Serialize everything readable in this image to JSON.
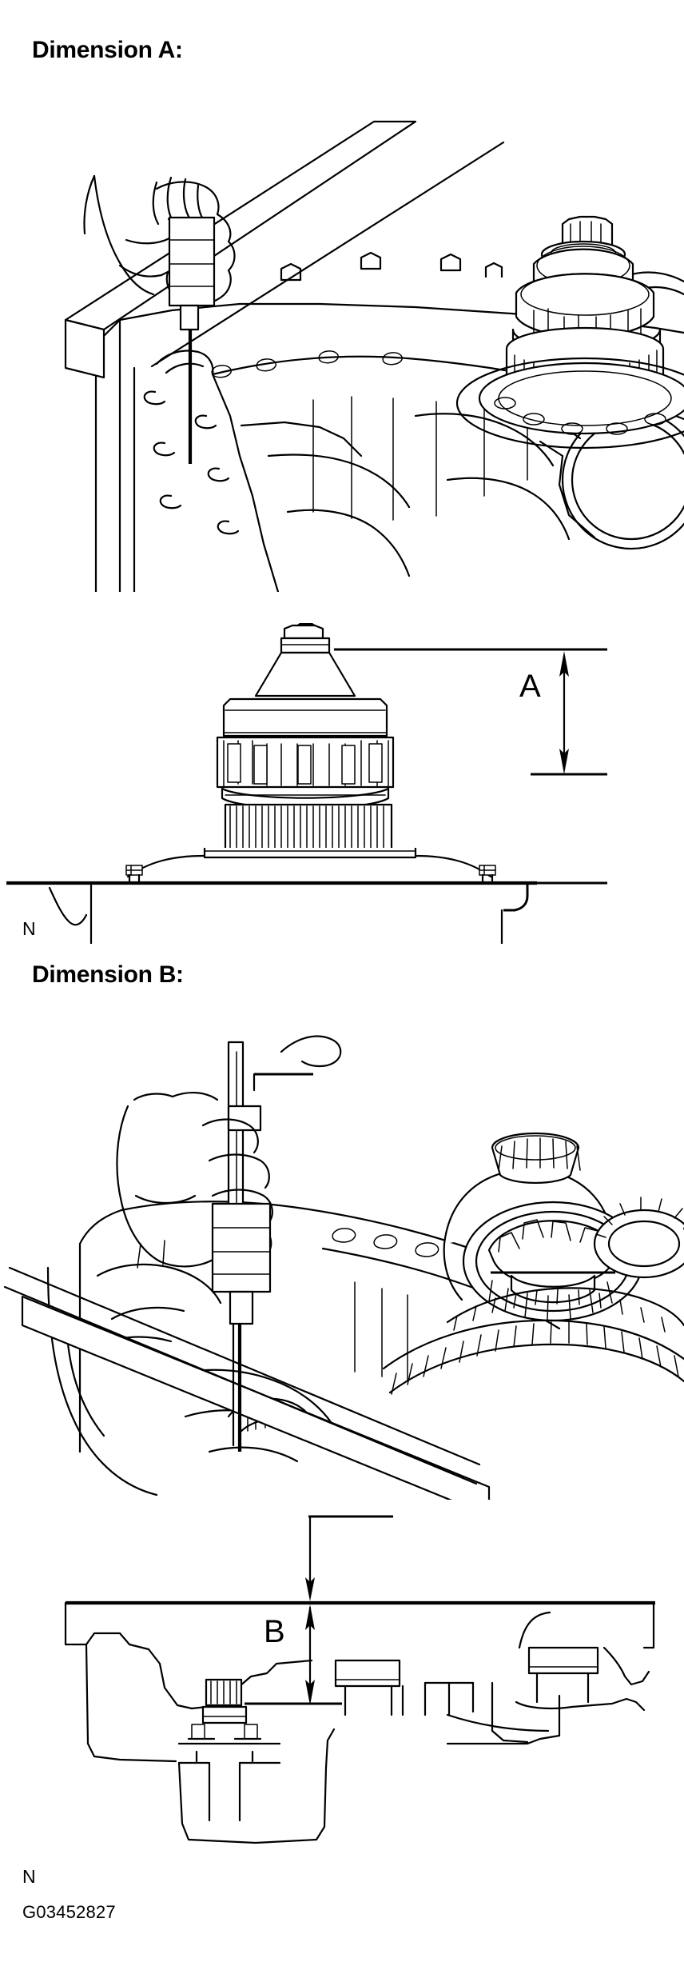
{
  "document": {
    "type": "service-manual-figure",
    "figure_code": "G03452827",
    "background_color": "#ffffff",
    "line_color": "#000000"
  },
  "sections": [
    {
      "id": "dimension-a",
      "heading": "Dimension A:",
      "photo_caption_marker": "N",
      "dimension_label": "A",
      "photo_description": "Hand holding depth gauge against straightedge over differential assembly in transaxle case",
      "diagram_description": "Cross-section of differential ring gear assembly on case mating surface with vertical dimension A measured from case surface to top of assembly"
    },
    {
      "id": "dimension-b",
      "heading": "Dimension B:",
      "photo_caption_marker": "N",
      "dimension_label": "B",
      "photo_description": "Hand holding depth gauge against straightedge over differential bearing bore inside transaxle case",
      "diagram_description": "Cross-section of transaxle case with vertical dimension B measured downward from case mating surface to bearing outer race seating face"
    }
  ],
  "footer": {
    "marker": "N",
    "figure_code": "G03452827"
  }
}
